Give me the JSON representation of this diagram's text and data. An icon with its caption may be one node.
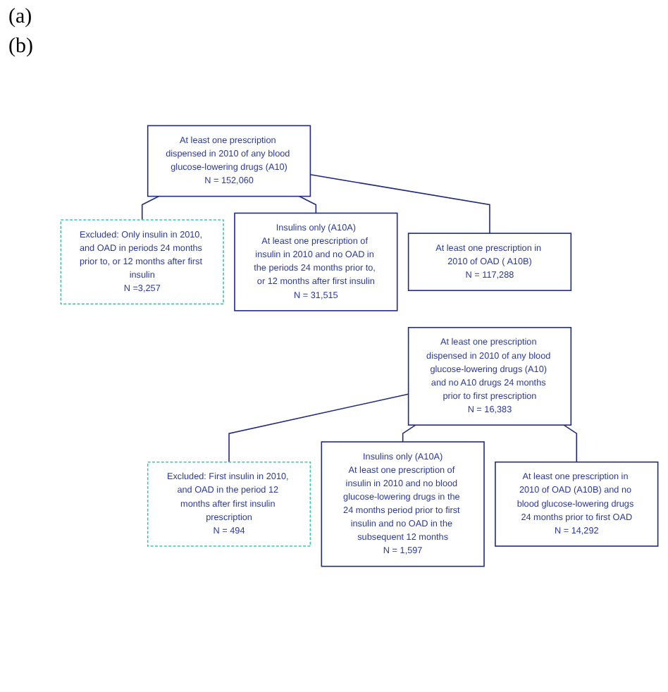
{
  "diagram": {
    "nodes": [
      {
        "text": [
          "At least one prescription dispensed in 2010 of any blood glucose-lowering drugs (A10)",
          "N = 152,060"
        ]
      },
      {
        "text": [
          "Excluded: Only insulin in 2010, and OAD in periods 24 months prior to, or 12 months after first insulin",
          "N =3,257"
        ]
      },
      {
        "text": [
          "Insulins only (A10A)",
          "At least one prescription of insulin in 2010 and no OAD in the periods 24 months prior to, or 12 months after first insulin",
          "N = 31,515"
        ]
      },
      {
        "text": [
          "At least one prescription in 2010 of OAD ( A10B)",
          "N = 117,288"
        ]
      },
      {
        "text": [
          "At least one prescription dispensed in 2010 of any blood glucose-lowering drugs (A10) and no A10 drugs 24 months prior to first prescription",
          "N = 16,383"
        ]
      },
      {
        "text": [
          "Excluded: First insulin in 2010, and OAD in the period 12 months after first insulin prescription",
          "N = 494"
        ]
      },
      {
        "text": [
          "Insulins only (A10A)",
          "At least one prescription of insulin in 2010 and no blood glucose-lowering drugs in the 24 months period prior to first insulin and no OAD in the subsequent 12 months",
          "N = 1,597"
        ]
      },
      {
        "text": [
          "At least one prescription in 2010 of OAD (A10B) and no blood glucose-lowering drugs 24 months prior to first OAD",
          "N = 14,292"
        ]
      }
    ],
    "edges": [
      {
        "from": 0,
        "to": 1,
        "arrow": "none"
      },
      {
        "from": 0,
        "to": 2,
        "arrow": "none"
      },
      {
        "from": 0,
        "to": 3,
        "arrow": "none"
      },
      {
        "from": 4,
        "to": 5,
        "arrow": "none"
      },
      {
        "from": 4,
        "to": 6,
        "arrow": "none"
      },
      {
        "from": 4,
        "to": 7,
        "arrow": "none"
      }
    ],
    "labels": [
      "(a)",
      "(b)"
    ]
  }
}
